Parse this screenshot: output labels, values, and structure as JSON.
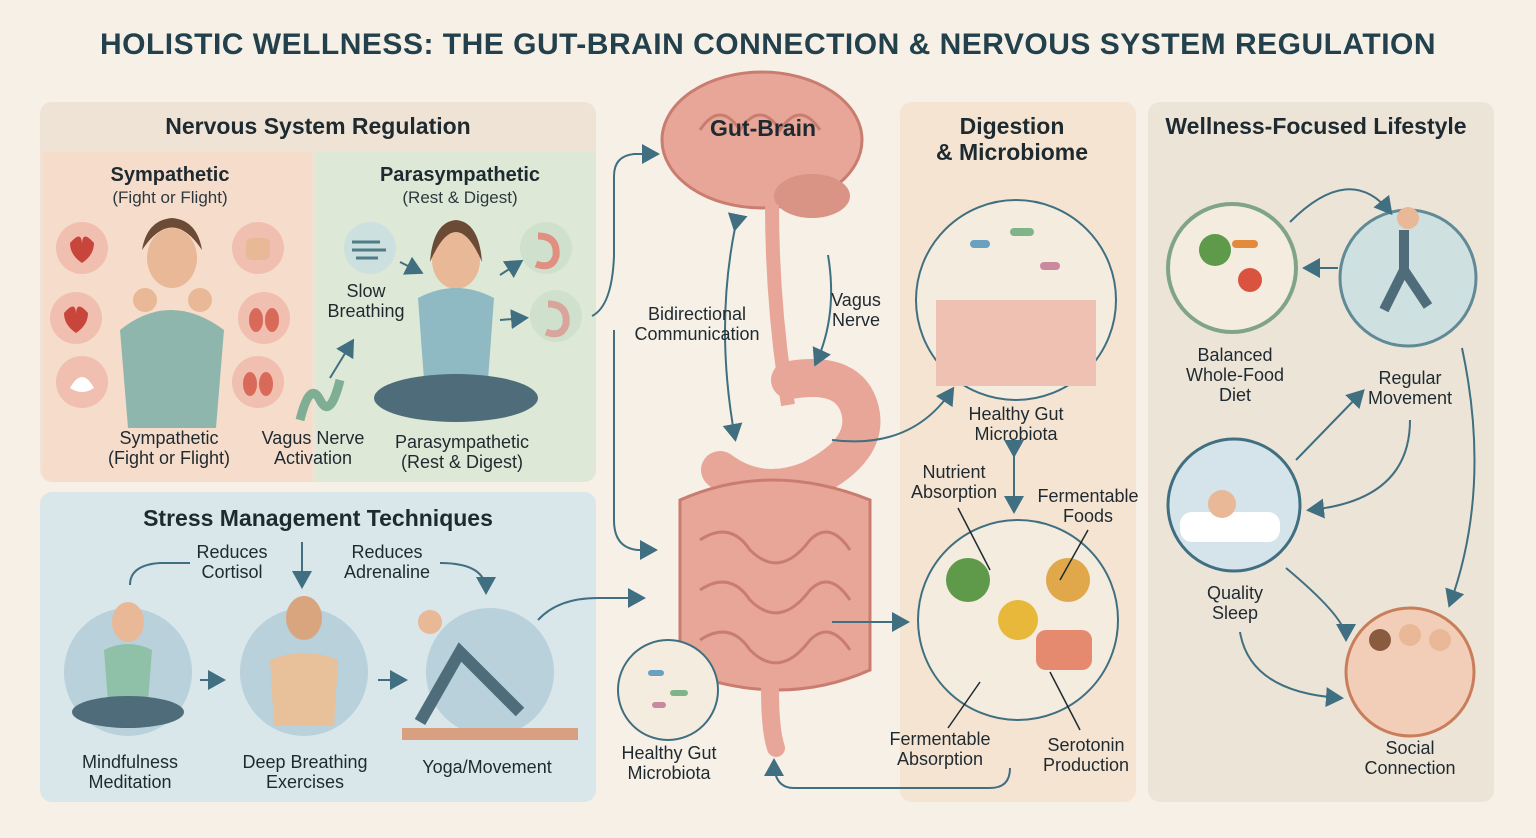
{
  "title": "HOLISTIC WELLNESS: THE GUT-BRAIN CONNECTION & NERVOUS SYSTEM REGULATION",
  "nervous_system": {
    "header": "Nervous System Regulation",
    "sympathetic_title": "Sympathetic",
    "sympathetic_sub": "(Fight or Flight)",
    "parasympathetic_title": "Parasympathetic",
    "parasympathetic_sub": "(Rest & Digest)",
    "slow_breathing": "Slow\nBreathing",
    "bottom_sympathetic": "Sympathetic\n(Fight or Flight)",
    "bottom_vagus": "Vagus Nerve\nActivation",
    "bottom_parasympathetic": "Parasympathetic\n(Rest & Digest)"
  },
  "stress": {
    "header": "Stress Management Techniques",
    "reduces_cortisol": "Reduces\nCortisol",
    "reduces_adrenaline": "Reduces\nAdrenaline",
    "mindfulness": "Mindfulness\nMeditation",
    "deep_breathing": "Deep Breathing\nExercises",
    "yoga": "Yoga/Movement"
  },
  "center": {
    "gut_brain": "Gut-Brain",
    "bidirectional": "Bidirectional\nCommunication",
    "vagus": "Vagus\nNerve",
    "healthy_gut": "Healthy Gut\nMicrobiota"
  },
  "digestion": {
    "header": "Digestion\n& Microbiome",
    "healthy_gut": "Healthy Gut\nMicrobiota",
    "nutrient_absorption": "Nutrient\nAbsorption",
    "fermentable_foods": "Fermentable\nFoods",
    "fermentable_absorption": "Fermentable\nAbsorption",
    "serotonin": "Serotonin\nProduction"
  },
  "lifestyle": {
    "header": "Wellness-Focused Lifestyle",
    "diet": "Balanced\nWhole-Food\nDiet",
    "movement": "Regular\nMovement",
    "sleep": "Quality\nSleep",
    "social": "Social\nConnection"
  },
  "colors": {
    "background": "#f7f0e6",
    "sympathetic_bg": "#f6dccb",
    "parasympathetic_bg": "#dde9d6",
    "stress_bg": "#d9e6ea",
    "digestion_bg": "#f5e4d2",
    "lifestyle_bg": "#ede4d8",
    "arrow": "#3f6f80",
    "organ": "#e8a698"
  }
}
